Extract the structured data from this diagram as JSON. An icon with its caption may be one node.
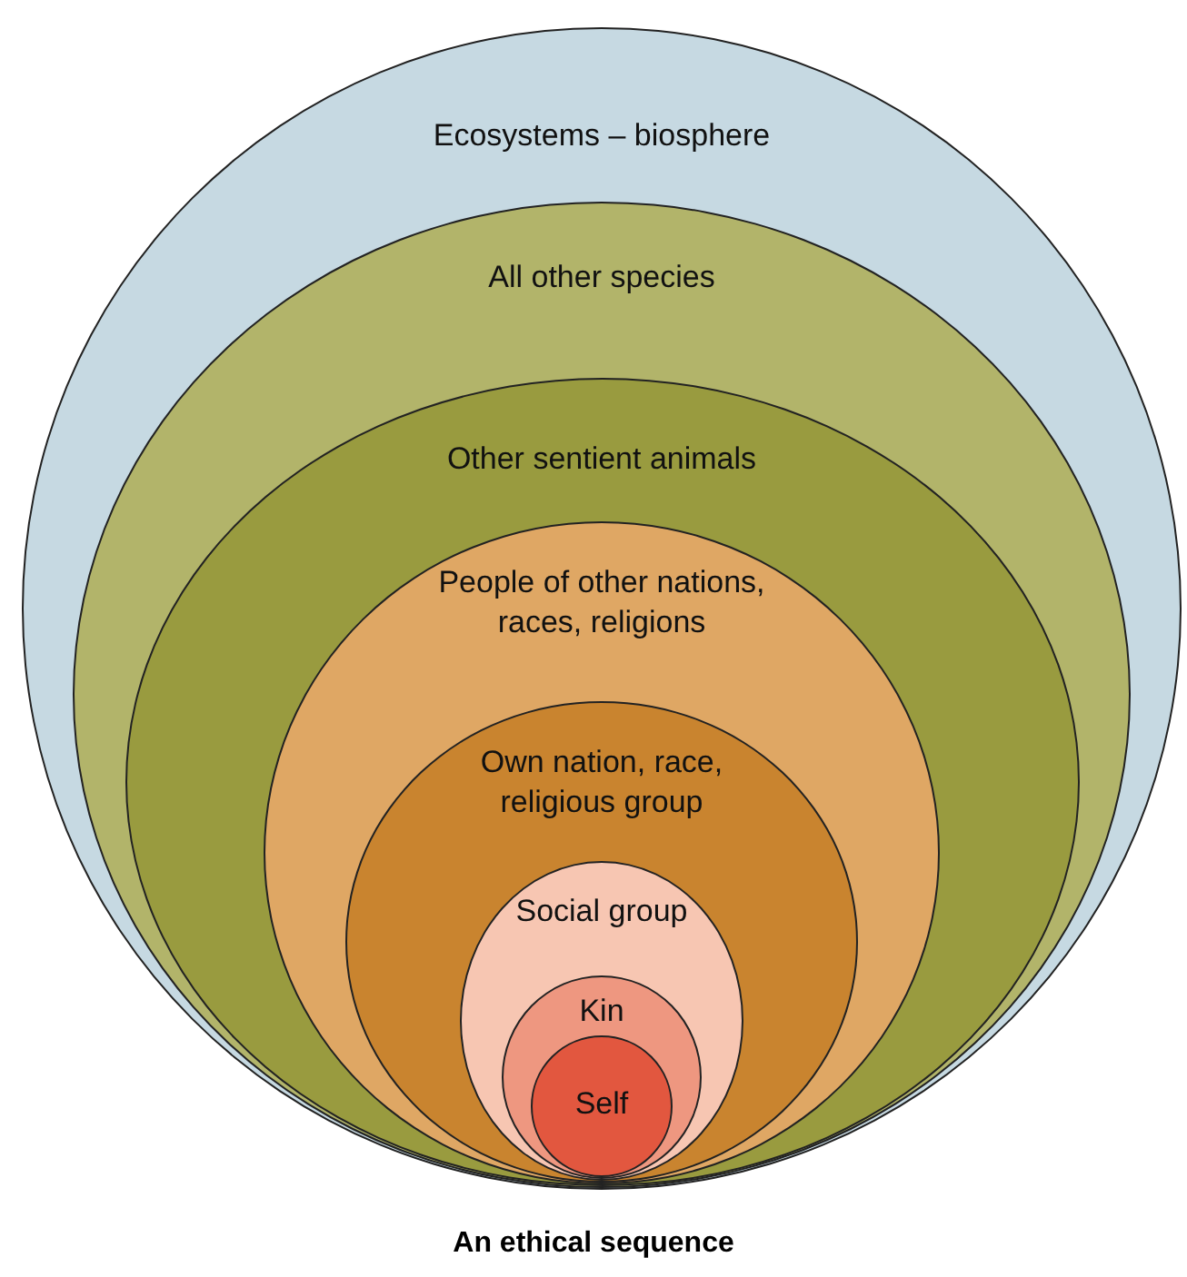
{
  "diagram": {
    "caption": "An ethical sequence",
    "nodes": [
      {
        "text": [
          "Ecosystems – biosphere"
        ]
      },
      {
        "text": [
          "All other species"
        ],
        "in": 0
      },
      {
        "text": [
          "Other sentient animals"
        ],
        "in": 1
      },
      {
        "text": [
          "People of other nations, races, religions"
        ],
        "in": 2
      },
      {
        "text": [
          "Own nation, race, religious group"
        ],
        "in": 3
      },
      {
        "text": [
          "Social group"
        ],
        "in": 4
      },
      {
        "text": [
          "Kin"
        ],
        "in": 5
      },
      {
        "text": [
          "Self"
        ],
        "in": 6
      }
    ]
  }
}
